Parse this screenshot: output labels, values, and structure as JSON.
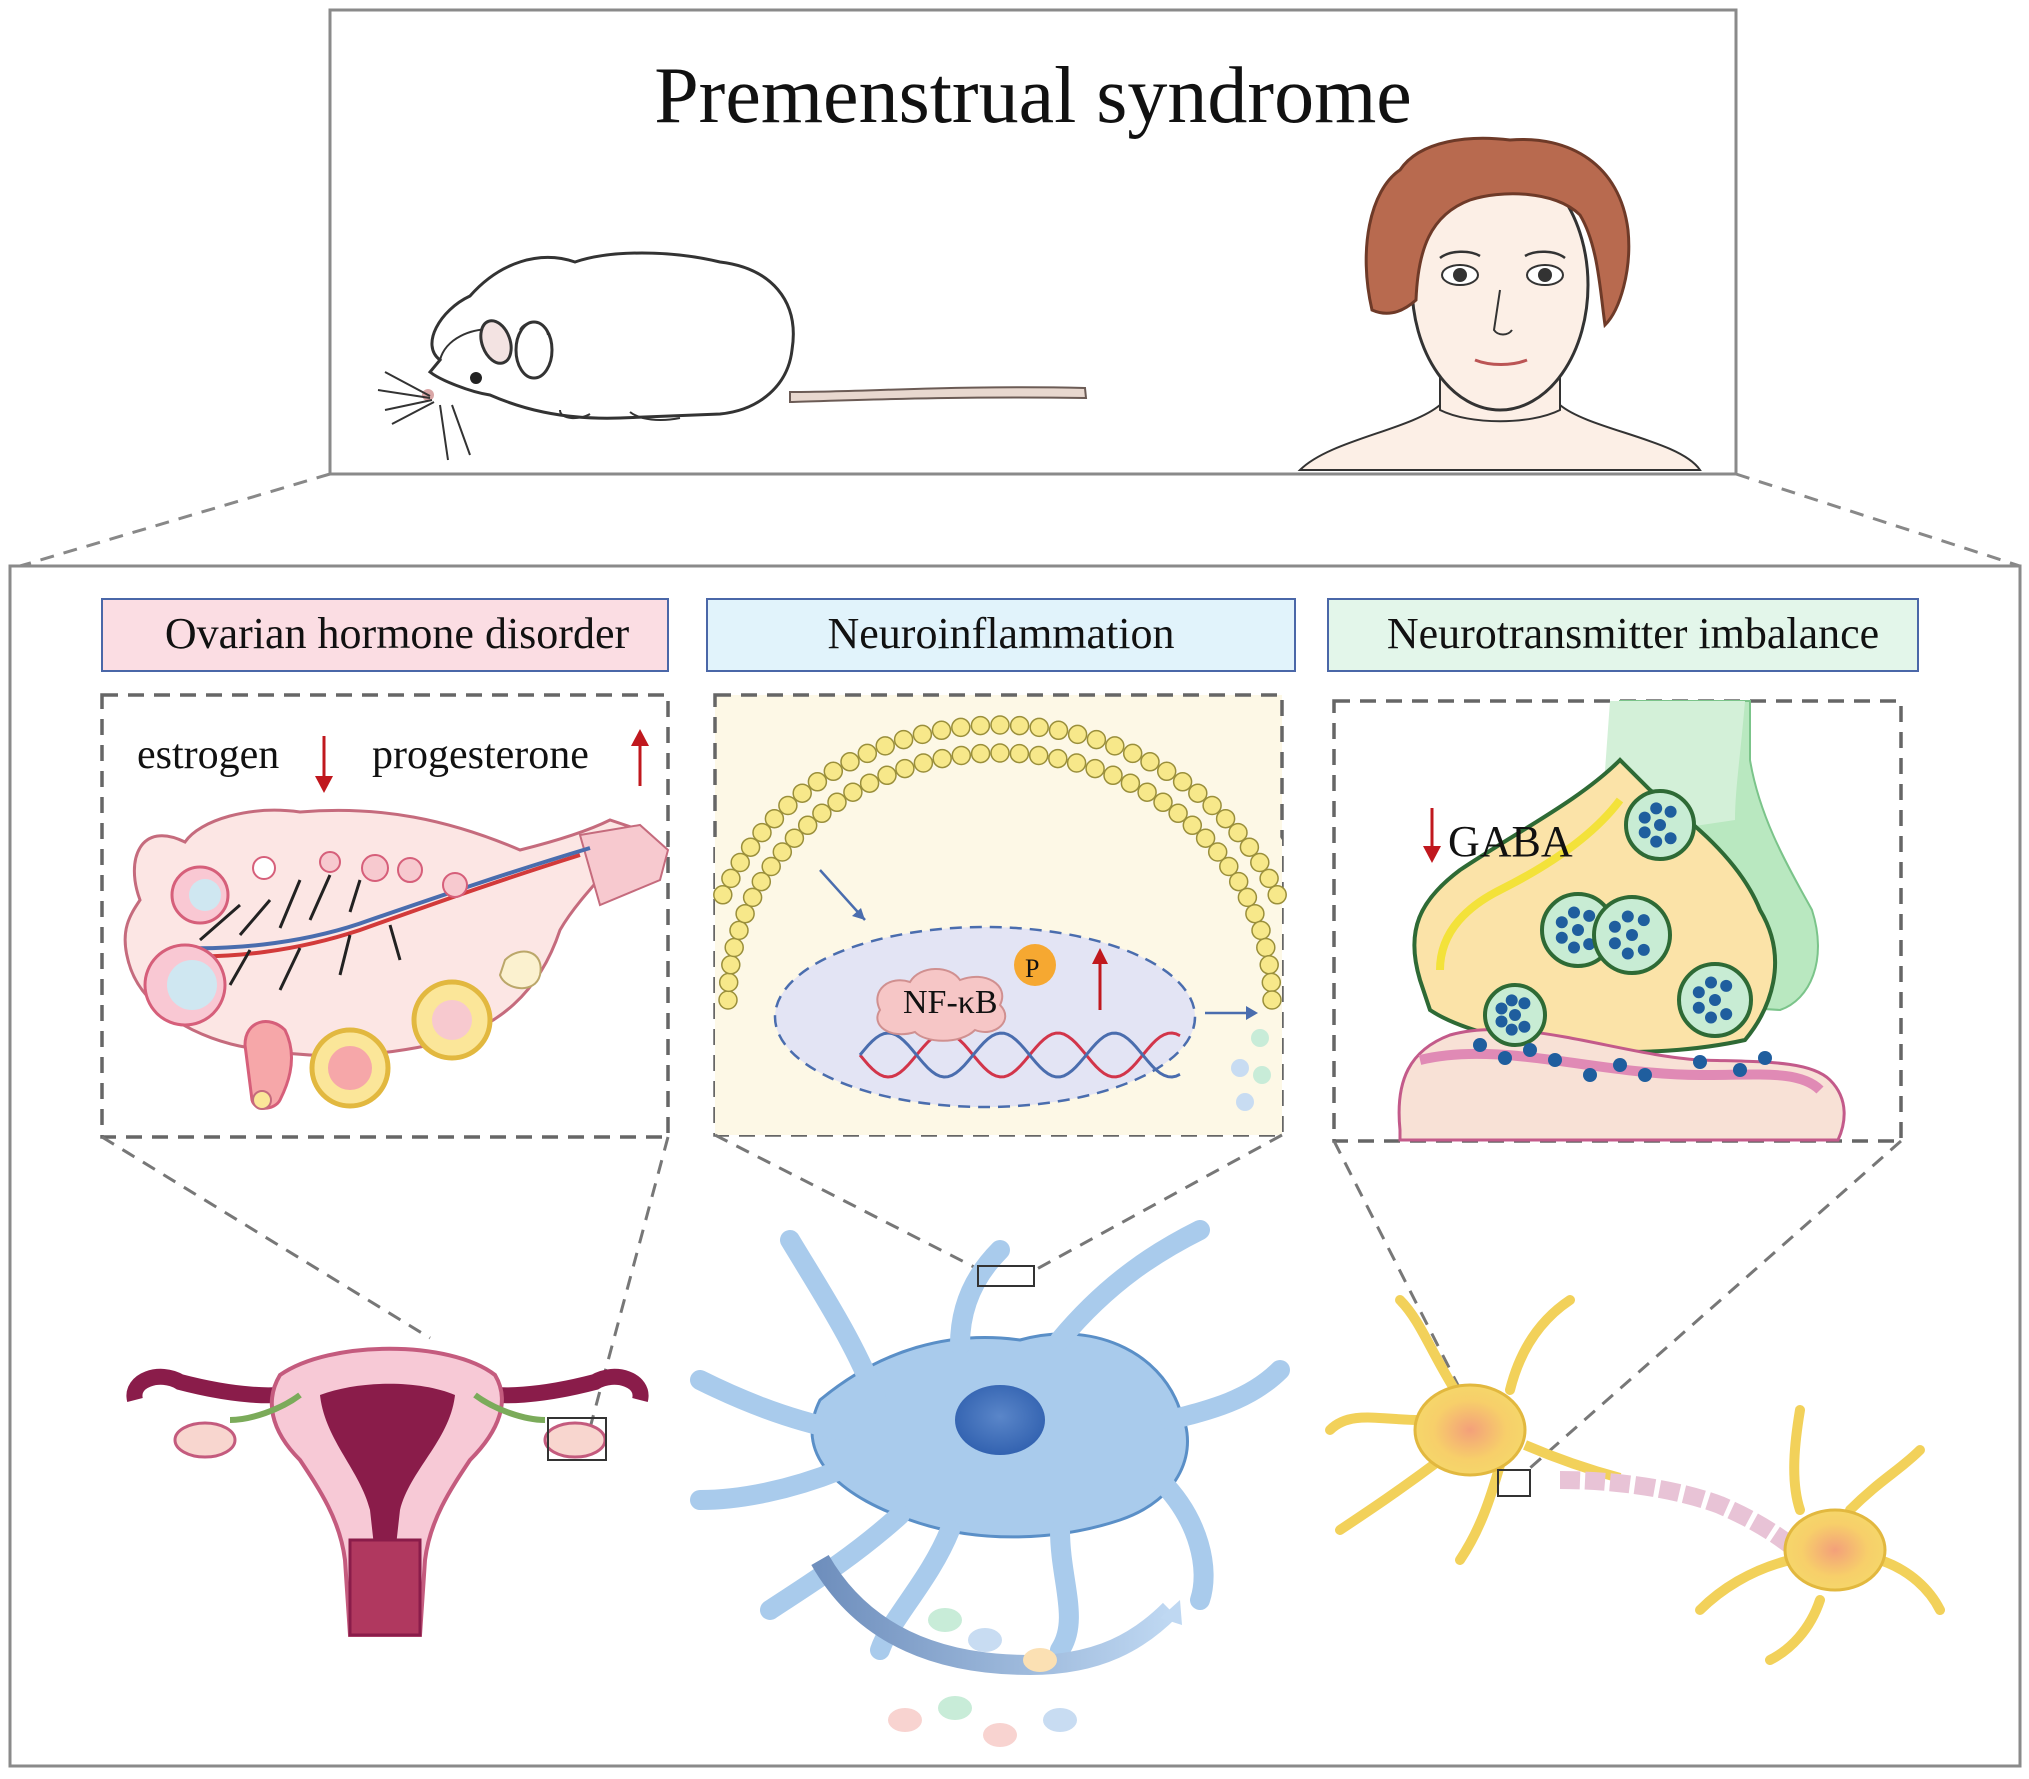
{
  "title": "Premenstrual syndrome",
  "panels": [
    {
      "id": "ovarian",
      "title": "Ovarian hormone disorder",
      "color": "#fbdde3"
    },
    {
      "id": "neuroinflammation",
      "title": "Neuroinflammation",
      "color": "#e1f3fb"
    },
    {
      "id": "neurotransmitter",
      "title": "Neurotransmitter imbalance",
      "color": "#e3f6ea"
    }
  ],
  "ovarian": {
    "estrogen": "estrogen",
    "progesterone": "progesterone",
    "estrogen_dir": "↓",
    "progesterone_dir": "↑"
  },
  "neuroinflammation": {
    "nfkb": "NF-κB",
    "phospho": "P",
    "dir": "↑"
  },
  "neurotransmitter": {
    "gaba": "GABA",
    "dir": "↓"
  },
  "colors": {
    "arrow_red": "#c0181e",
    "panel_border": "#4a67a8",
    "dash_gray": "#777777"
  }
}
